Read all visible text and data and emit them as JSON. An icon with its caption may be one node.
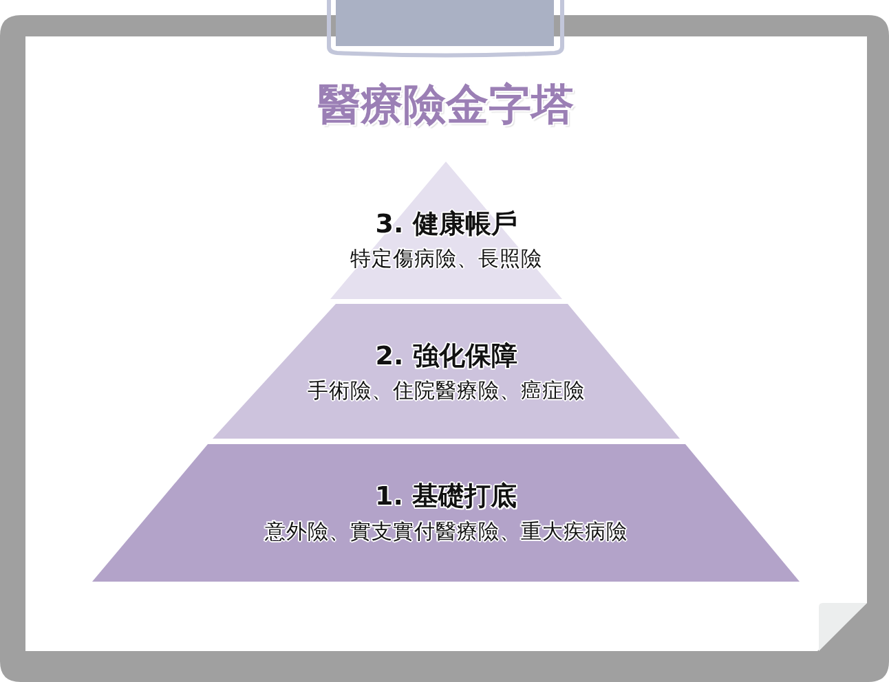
{
  "diagram": {
    "title": "醫療險金字塔",
    "nodes": [
      {
        "text": [
          "3. 健康帳戶",
          "特定傷病險、長照險"
        ]
      },
      {
        "text": [
          "2. 強化保障",
          "手術險、住院醫療險、癌症險"
        ]
      },
      {
        "text": [
          "1. 基礎打底",
          "意外險、實支實付醫療險、重大疾病險"
        ]
      }
    ]
  }
}
